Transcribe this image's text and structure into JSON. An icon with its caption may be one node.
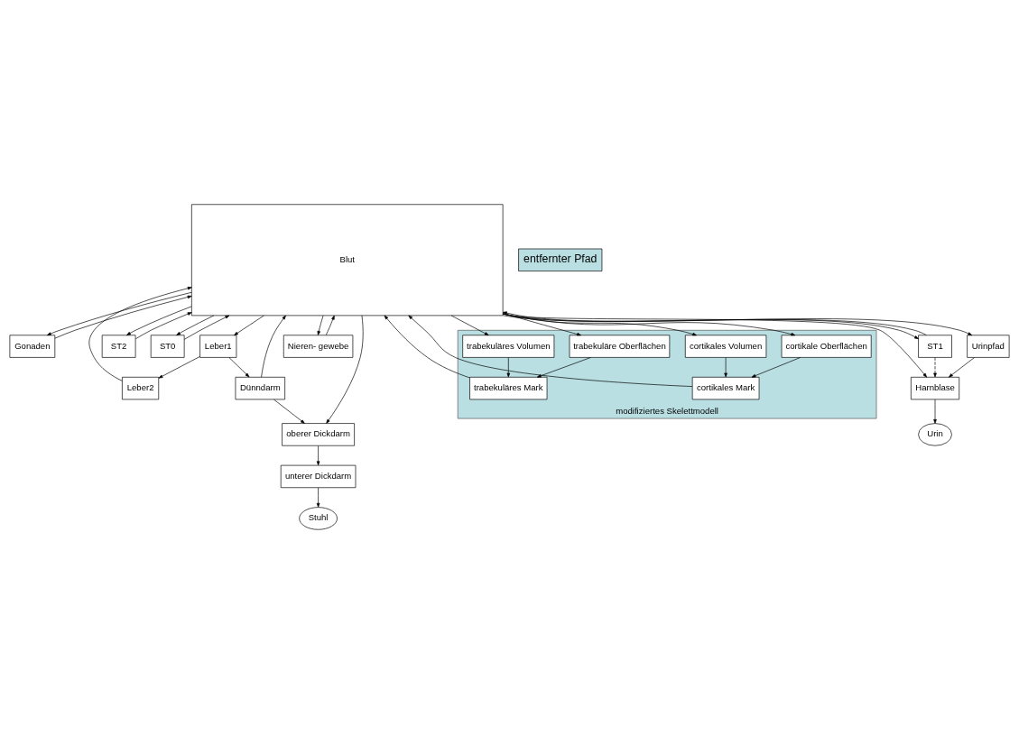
{
  "diagram": {
    "nodes": [
      {
        "text": [
          "Blut"
        ]
      },
      {
        "text": [
          "Gonaden"
        ]
      },
      {
        "text": [
          "Leber2"
        ]
      },
      {
        "text": [
          "Leber1"
        ]
      },
      {
        "text": [
          "Dünndarm"
        ]
      },
      {
        "text": [
          "ST2"
        ]
      },
      {
        "text": [
          "ST0"
        ]
      },
      {
        "text": [
          "ST1"
        ]
      },
      {
        "text": [
          "oberer Dickdarm"
        ]
      },
      {
        "text": [
          "Nieren- gewebe"
        ]
      },
      {
        "text": [
          "modifiziertes Skelettmodell"
        ]
      },
      {
        "text": [
          "cortikales Mark"
        ],
        "in": 10
      },
      {
        "text": [
          "trabekuläres Mark"
        ],
        "in": 10
      },
      {
        "text": [
          "cortikale Oberflächen"
        ],
        "in": 10
      },
      {
        "text": [
          "trabekuläre Oberflächen"
        ],
        "in": 10
      },
      {
        "text": [
          "cortikales Volumen"
        ],
        "in": 10
      },
      {
        "text": [
          "trabekuläres Volumen"
        ],
        "in": 10
      },
      {
        "text": [
          "Urinpfad"
        ]
      },
      {
        "text": [
          "Harnblase"
        ]
      },
      {
        "text": [
          "unterer Dickdarm"
        ]
      },
      {
        "text": [
          "Urin"
        ]
      },
      {
        "text": [
          "Stuhl"
        ]
      }
    ],
    "edges": [
      {
        "from": 1,
        "to": 0,
        "arrow": "to"
      },
      {
        "from": 0,
        "to": 1,
        "arrow": "to"
      },
      {
        "from": 3,
        "to": 2,
        "arrow": "to"
      },
      {
        "from": 3,
        "to": 4,
        "arrow": "to"
      },
      {
        "from": 2,
        "to": 0,
        "arrow": "to"
      },
      {
        "from": 0,
        "to": 3,
        "arrow": "to"
      },
      {
        "from": 4,
        "to": 0,
        "arrow": "to"
      },
      {
        "from": 4,
        "to": 8,
        "arrow": "to"
      },
      {
        "from": 5,
        "to": 0,
        "arrow": "to"
      },
      {
        "from": 0,
        "to": 5,
        "arrow": "to"
      },
      {
        "from": 6,
        "to": 0,
        "arrow": "to"
      },
      {
        "from": 0,
        "to": 6,
        "arrow": "to"
      },
      {
        "from": 7,
        "to": 0,
        "arrow": "to"
      },
      {
        "from": 0,
        "to": 7,
        "arrow": "to"
      },
      {
        "from": 0,
        "to": 8,
        "arrow": "to"
      },
      {
        "from": 0,
        "to": 9,
        "arrow": "to"
      },
      {
        "from": 9,
        "to": 0,
        "arrow": "to"
      },
      {
        "from": 0,
        "to": 17,
        "arrow": "to"
      },
      {
        "from": 0,
        "to": 18,
        "arrow": "to"
      },
      {
        "from": 11,
        "to": 0,
        "arrow": "to"
      },
      {
        "from": 12,
        "to": 0,
        "arrow": "to"
      },
      {
        "from": 0,
        "to": 13,
        "arrow": "to"
      },
      {
        "from": 0,
        "to": 15,
        "arrow": "to"
      },
      {
        "from": 0,
        "to": 14,
        "arrow": "to"
      },
      {
        "from": 0,
        "to": 16,
        "arrow": "to"
      },
      {
        "from": 13,
        "to": 11,
        "arrow": "to"
      },
      {
        "from": 15,
        "to": 11,
        "arrow": "to"
      },
      {
        "from": 14,
        "to": 12,
        "arrow": "to"
      },
      {
        "from": 16,
        "to": 12,
        "arrow": "to"
      },
      {
        "from": 17,
        "to": 18,
        "arrow": "to"
      },
      {
        "from": 7,
        "to": 18,
        "arrow": "to",
        "style": "dashed"
      },
      {
        "from": 18,
        "to": 20,
        "arrow": "to"
      },
      {
        "from": 8,
        "to": 19,
        "arrow": "to"
      },
      {
        "from": 19,
        "to": 21,
        "arrow": "to"
      }
    ],
    "legend": [
      {
        "text": "entfernter Pfad",
        "color": "#b9dfe3"
      }
    ]
  }
}
